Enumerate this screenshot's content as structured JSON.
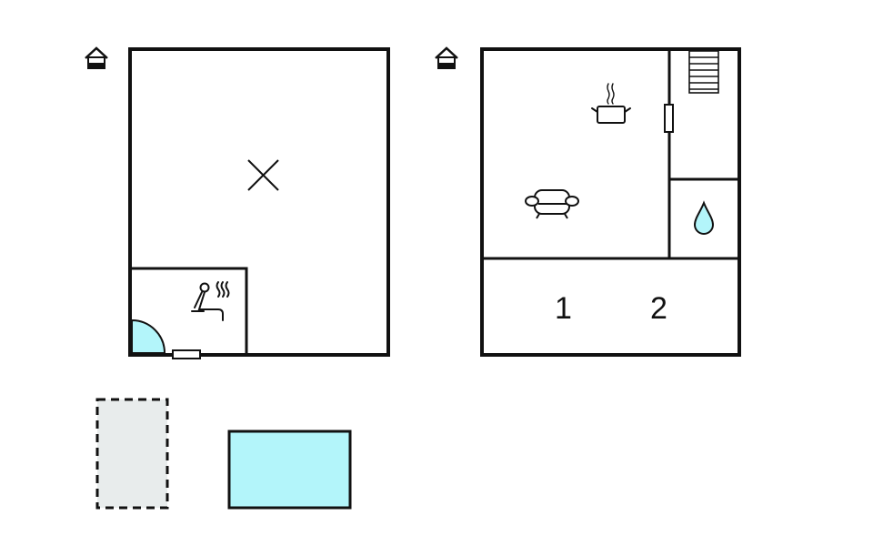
{
  "floorplan": {
    "type": "floor plan",
    "colors": {
      "wall": "#111111",
      "water": "#b3f5fa",
      "terrace": "#e8ecec",
      "background": "#ffffff"
    },
    "floors": [
      {
        "name": "floor-left",
        "icon": "house-floor-icon",
        "rooms": [
          {
            "name": "open-area",
            "icon": "x-mark-icon"
          },
          {
            "name": "sauna",
            "icon": "sauna-icon"
          }
        ]
      },
      {
        "name": "floor-right",
        "icon": "house-floor-icon",
        "rooms": [
          {
            "name": "living-kitchen",
            "icons": [
              "cooking-pot-icon",
              "sofa-icon"
            ]
          },
          {
            "name": "stairs",
            "icon": "staircase-icon"
          },
          {
            "name": "bathroom",
            "icon": "water-drop-icon"
          },
          {
            "name": "bedroom",
            "labels": [
              "1",
              "2"
            ]
          }
        ]
      }
    ],
    "outdoor": [
      {
        "name": "terrace",
        "style": "dashed"
      },
      {
        "name": "pool",
        "style": "solid"
      }
    ],
    "bed_labels": [
      "1",
      "2"
    ]
  }
}
